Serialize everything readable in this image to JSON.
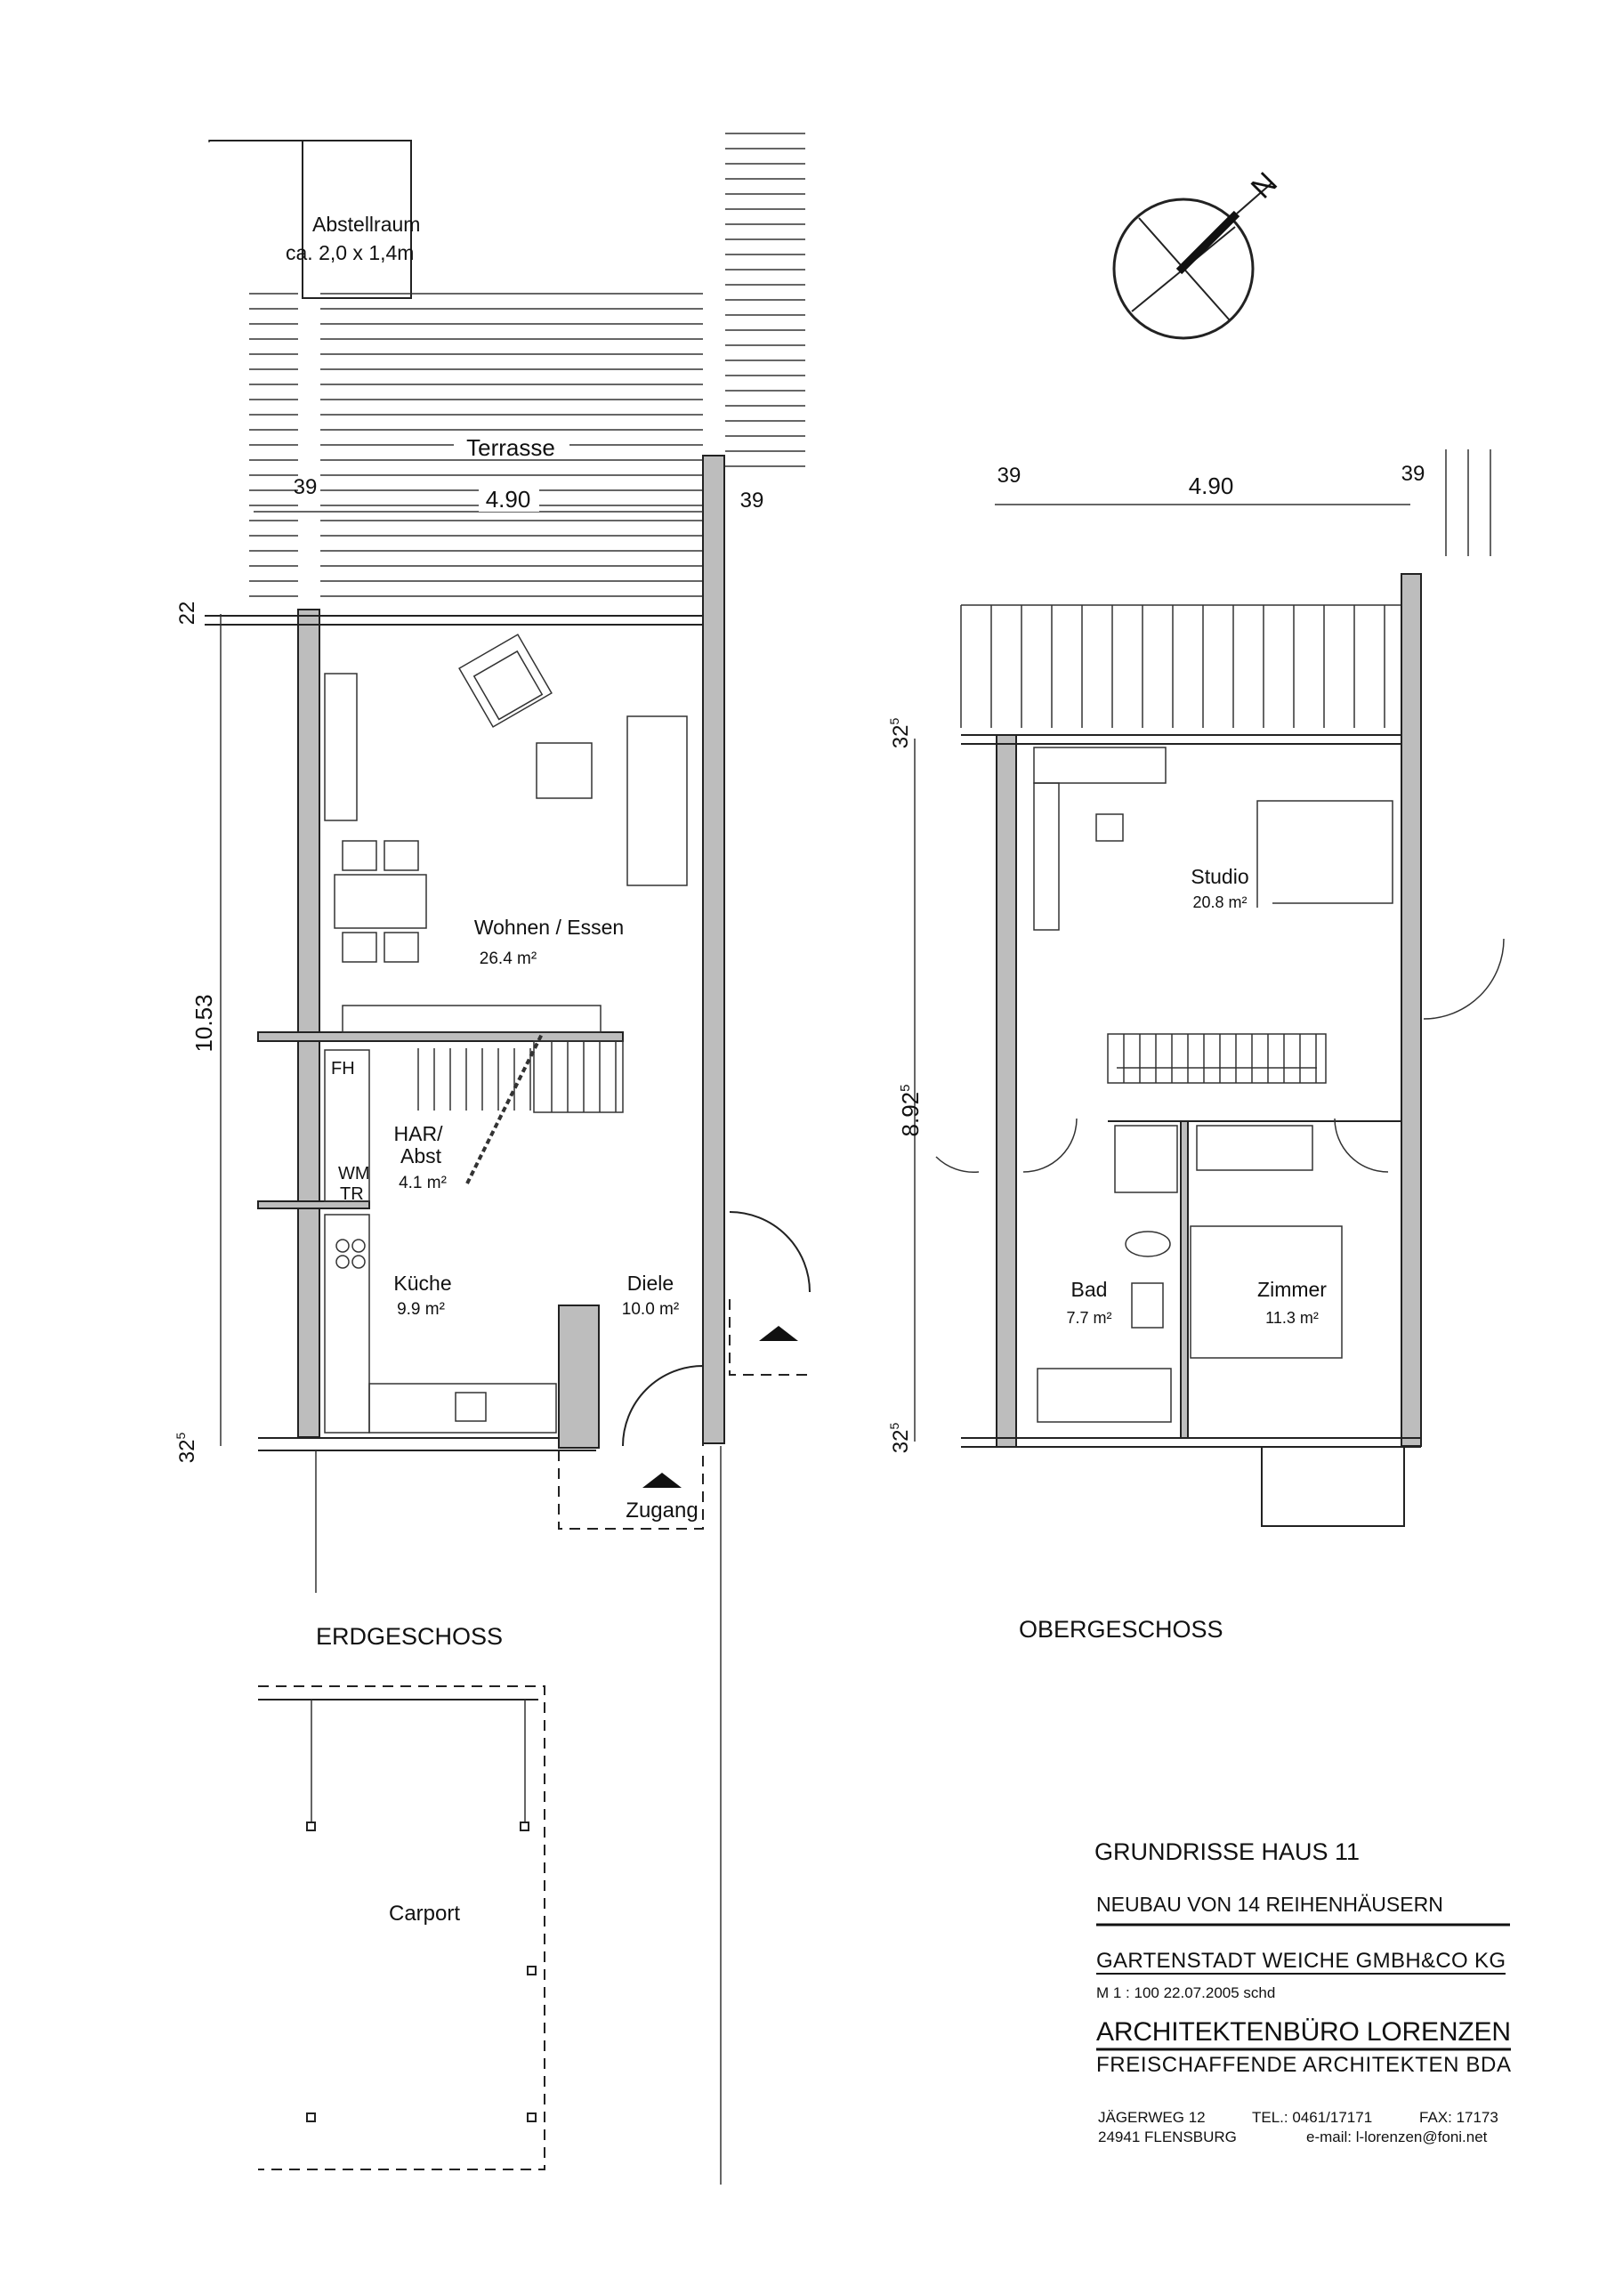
{
  "ground_floor": {
    "title": "ERDGESCHOSS",
    "storage": {
      "label": "Abstellraum",
      "size": "ca. 2,0 x 1,4m"
    },
    "terrace": "Terrasse",
    "dims": {
      "wall_left": "39",
      "width": "4.90",
      "wall_right": "39",
      "top": "22",
      "depth": "10.53",
      "bottom_base": "32",
      "bottom_sup": "5"
    },
    "rooms": {
      "living": {
        "name": "Wohnen / Essen",
        "area": "26.4 m²"
      },
      "har": {
        "name1": "HAR/",
        "name2": "Abst",
        "area": "4.1 m²"
      },
      "kitchen": {
        "name": "Küche",
        "area": "9.9 m²"
      },
      "hall": {
        "name": "Diele",
        "area": "10.0 m²"
      }
    },
    "fixtures": {
      "fh": "FH",
      "wm": "WM",
      "tr": "TR"
    },
    "entrance": "Zugang",
    "carport": "Carport"
  },
  "upper_floor": {
    "title": "OBERGESCHOSS",
    "dims": {
      "wall_left": "39",
      "width": "4.90",
      "wall_right": "39",
      "top_base": "32",
      "top_sup": "5",
      "depth_base": "8.92",
      "depth_sup": "5",
      "bottom_base": "32",
      "bottom_sup": "5"
    },
    "rooms": {
      "studio": {
        "name": "Studio",
        "area": "20.8 m²"
      },
      "bath": {
        "name": "Bad",
        "area": "7.7 m²"
      },
      "room": {
        "name": "Zimmer",
        "area": "11.3 m²"
      }
    }
  },
  "title_block": {
    "title": "GRUNDRISSE HAUS 11",
    "project": "NEUBAU VON 14 REIHENHÄUSERN",
    "client": "GARTENSTADT WEICHE GMBH&CO KG",
    "scale_date": "M 1 : 100   22.07.2005 schd",
    "office": "ARCHITEKTENBÜRO LORENZEN",
    "office_sub": "FREISCHAFFENDE ARCHITEKTEN BDA",
    "street": "JÄGERWEG 12",
    "tel": "TEL.: 0461/17171",
    "fax": "FAX: 17173",
    "city": "24941 FLENSBURG",
    "email": "e-mail: l-lorenzen@foni.net"
  },
  "compass": {
    "label": "N"
  }
}
